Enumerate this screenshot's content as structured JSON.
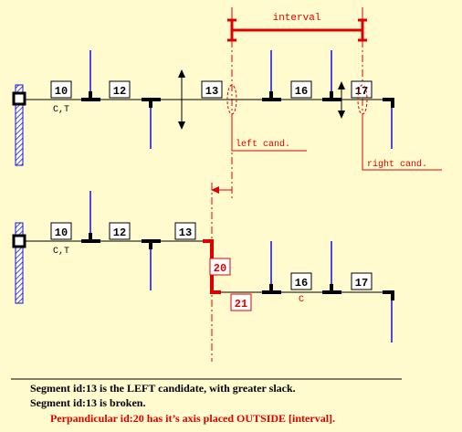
{
  "colors": {
    "background": "#fffbcf",
    "red": "#e00000",
    "blue": "#1010e0",
    "black": "#000000"
  },
  "labels": {
    "interval": "interval",
    "left_cand": "left cand.",
    "right_cand": "right cand."
  },
  "top_row": {
    "segments": [
      "10",
      "12",
      "13",
      "16",
      "17"
    ],
    "sublabel": "C,T"
  },
  "bottom_row": {
    "segments": [
      "10",
      "12",
      "13",
      "16",
      "17"
    ],
    "red_segments": [
      "20",
      "21"
    ],
    "sublabel": "C,T",
    "c_label": "C"
  },
  "captions": {
    "line1": "Segment id:13 is the LEFT candidate, with greater slack.",
    "line2": "Segment id:13 is broken.",
    "line3": "Perpandicular id:20 has it’s axis placed OUTSIDE [interval]."
  }
}
